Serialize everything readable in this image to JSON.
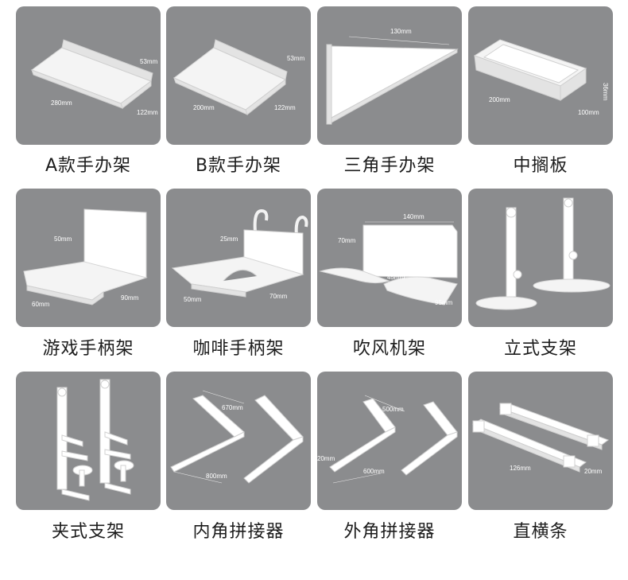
{
  "items": [
    {
      "label": "A款手办架",
      "dims": [
        "53mm",
        "280mm",
        "122mm"
      ]
    },
    {
      "label": "B款手办架",
      "dims": [
        "53mm",
        "200mm",
        "122mm"
      ]
    },
    {
      "label": "三角手办架",
      "dims": [
        "130mm"
      ]
    },
    {
      "label": "中搁板",
      "dims": [
        "36mm",
        "200mm",
        "100mm"
      ]
    },
    {
      "label": "游戏手柄架",
      "dims": [
        "50mm",
        "60mm",
        "90mm"
      ]
    },
    {
      "label": "咖啡手柄架",
      "dims": [
        "25mm",
        "50mm",
        "70mm"
      ]
    },
    {
      "label": "吹风机架",
      "dims": [
        "140mm",
        "70mm",
        "45mm",
        "95mm"
      ]
    },
    {
      "label": "立式支架",
      "dims": []
    },
    {
      "label": "夹式支架",
      "dims": []
    },
    {
      "label": "内角拼接器",
      "dims": [
        "670mm",
        "800mm"
      ]
    },
    {
      "label": "外角拼接器",
      "dims": [
        "500mm",
        "20mm",
        "600mm"
      ]
    },
    {
      "label": "直横条",
      "dims": [
        "126mm",
        "20mm"
      ]
    }
  ]
}
